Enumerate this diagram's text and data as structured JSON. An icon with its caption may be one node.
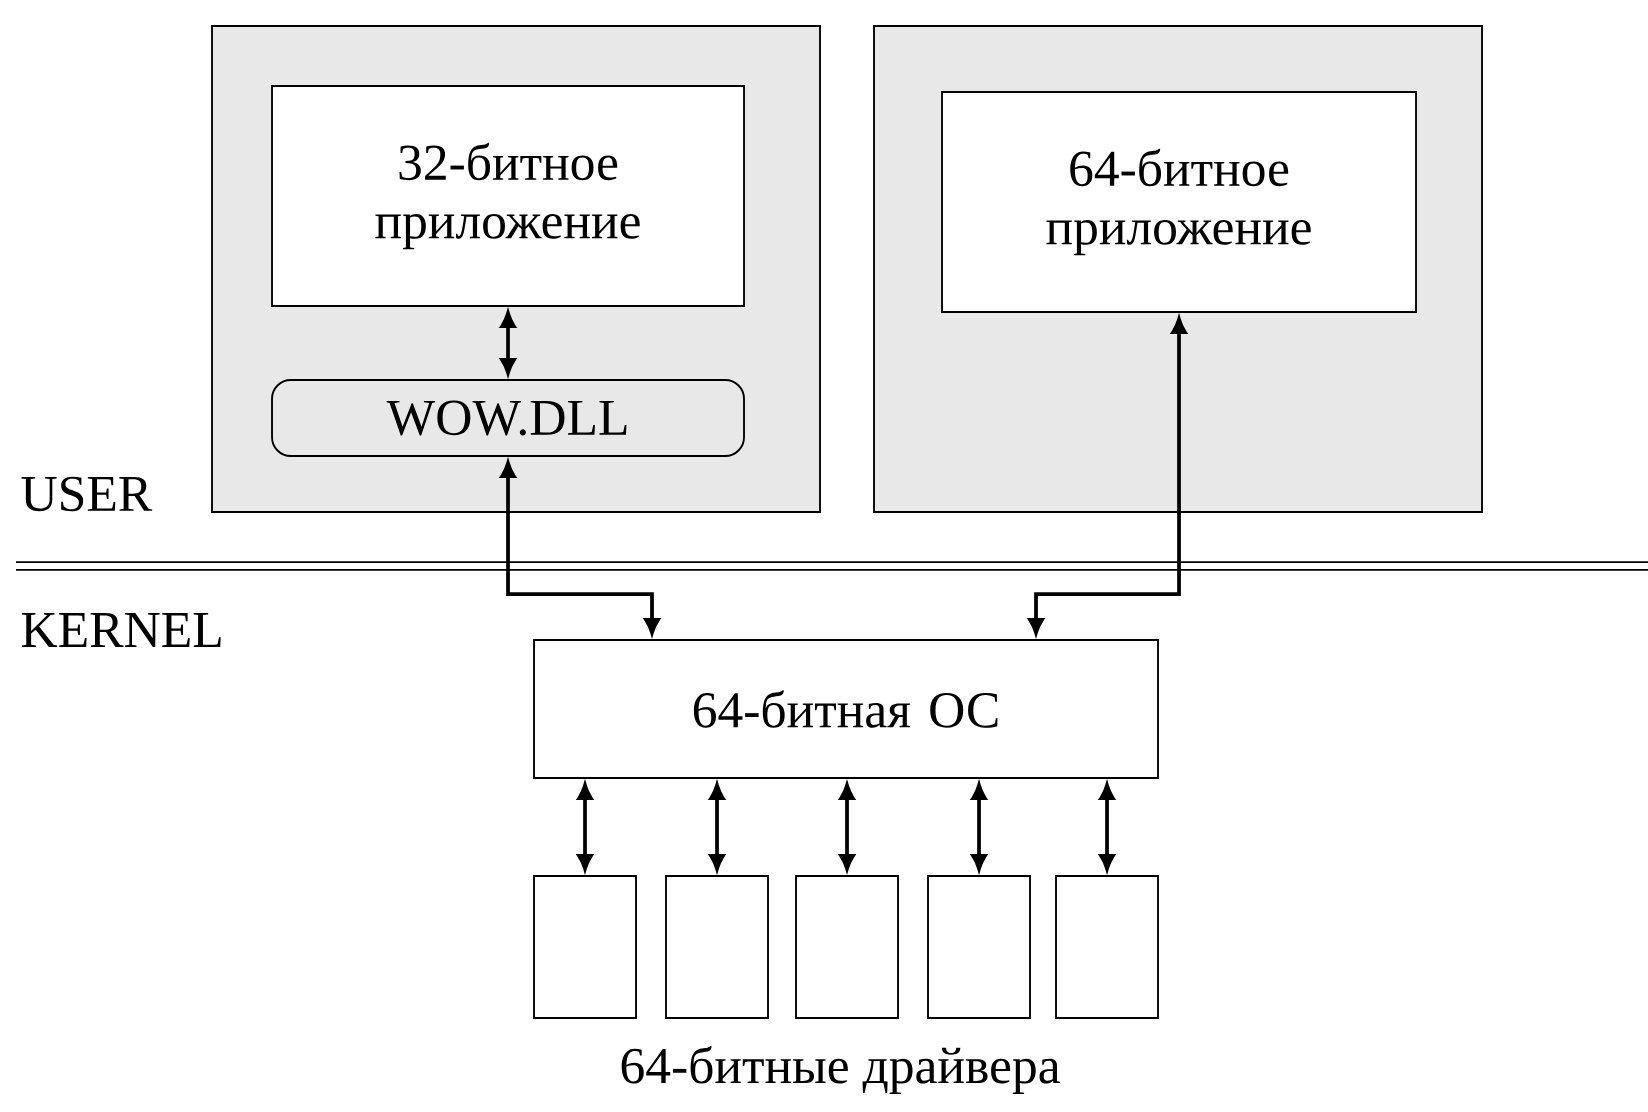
{
  "diagram": {
    "nodes": [
      {
        "text": [],
        "shape": "box"
      },
      {
        "text": [
          "32-битное приложение"
        ],
        "in": 0
      },
      {
        "text": [
          "WOW.DLL"
        ],
        "in": 0
      },
      {
        "text": [],
        "shape": "box"
      },
      {
        "text": [
          "64-битное приложение"
        ],
        "in": 3
      },
      {
        "text": [
          "64-битная ОС"
        ]
      },
      {
        "text": [],
        "shape": "box"
      },
      {
        "text": [],
        "shape": "box"
      },
      {
        "text": [],
        "shape": "box"
      },
      {
        "text": [],
        "shape": "box"
      },
      {
        "text": [],
        "shape": "box"
      }
    ],
    "edges": [
      {
        "from": 1,
        "to": 2,
        "arrow": "both"
      },
      {
        "from": 2,
        "to": 5,
        "arrow": "both"
      },
      {
        "from": 4,
        "to": 5,
        "arrow": "both"
      },
      {
        "from": 5,
        "to": 6,
        "arrow": "both"
      },
      {
        "from": 5,
        "to": 7,
        "arrow": "both"
      },
      {
        "from": 5,
        "to": 8,
        "arrow": "both"
      },
      {
        "from": 5,
        "to": 9,
        "arrow": "both"
      },
      {
        "from": 5,
        "to": 10,
        "arrow": "both"
      }
    ],
    "labels": [
      "USER",
      "KERNEL",
      "64-битные драйвера"
    ]
  }
}
